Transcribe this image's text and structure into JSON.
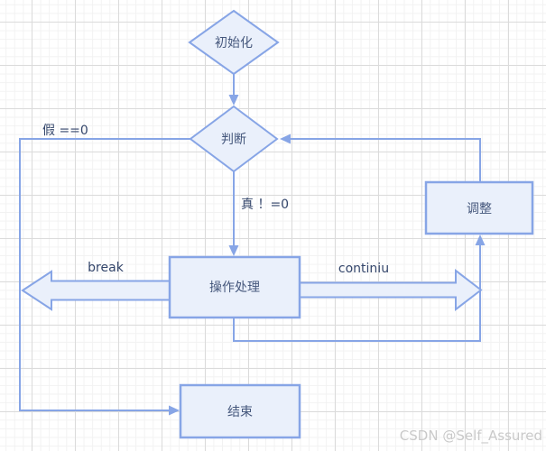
{
  "nodes": {
    "init": {
      "label": "初始化",
      "type": "diamond"
    },
    "judge": {
      "label": "判断",
      "type": "diamond"
    },
    "process": {
      "label": "操作处理",
      "type": "rect"
    },
    "adjust": {
      "label": "调整",
      "type": "rect"
    },
    "end": {
      "label": "结束",
      "type": "rect"
    }
  },
  "edge_labels": {
    "false_branch": "假 ==0",
    "true_branch": "真 ！=0",
    "break_label": "break",
    "continue_label": "continiu"
  },
  "watermark": "CSDN @Self_Assured",
  "colors": {
    "shape_stroke": "#87A5E6",
    "shape_fill": "#EAF0FB",
    "shape_text": "#45577C",
    "label_text": "#34466B",
    "grid_minor": "#F2F2F2",
    "grid_major": "#DBDBDB",
    "watermark": "#C9C9C9",
    "canvas_bg": "#FFFFFF"
  }
}
